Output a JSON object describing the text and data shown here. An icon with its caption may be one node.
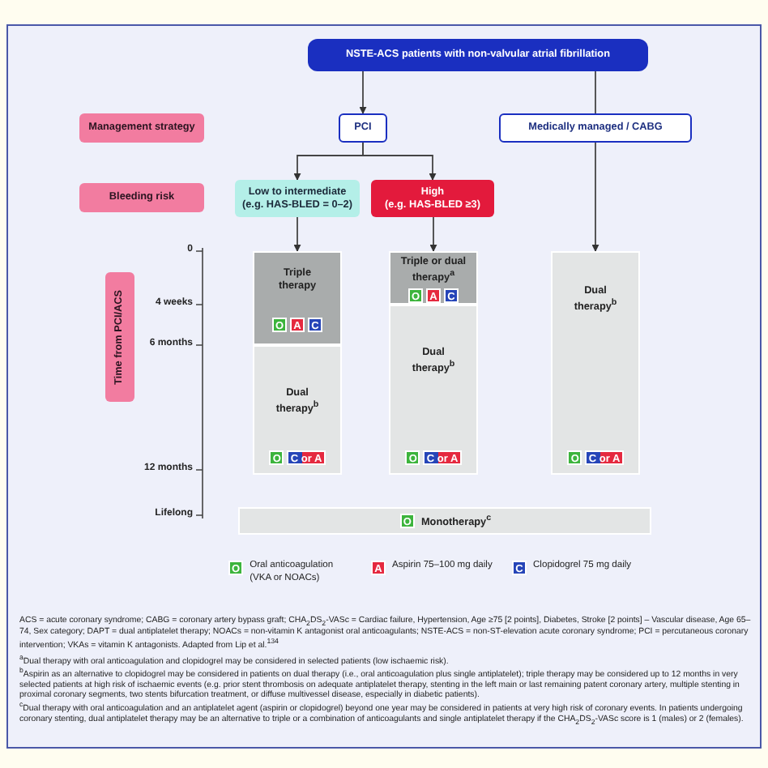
{
  "diagram": {
    "nodes": [
      {
        "text": [
          "NSTE-ACS patients with non-valvular atrial fibrillation"
        ]
      },
      {
        "text": [
          "Management strategy"
        ]
      },
      {
        "text": [
          "PCI"
        ]
      },
      {
        "text": [
          "Medically managed / CABG"
        ]
      },
      {
        "text": [
          "Bleeding risk"
        ]
      },
      {
        "text": [
          "Low to intermediate",
          "(e.g. HAS-BLED = 0–2)"
        ]
      },
      {
        "text": [
          "High",
          "(e.g. HAS-BLED ≥3)"
        ]
      },
      {
        "text": [
          "Time from PCI/ACS"
        ]
      },
      {
        "text": [
          "Triple therapy",
          "O",
          "A",
          "C"
        ]
      },
      {
        "text": [
          "Dual therapy$^{b}$",
          "O",
          "C or A"
        ]
      },
      {
        "text": [
          "Triple or dual therapy$^{a}$",
          "O",
          "A",
          "C"
        ]
      },
      {
        "text": [
          "Dual therapy$^{b}$",
          "O",
          "C or A"
        ]
      },
      {
        "text": [
          "Dual therapy$^{b}$",
          "O",
          "C or A"
        ]
      },
      {
        "text": [
          "O",
          "Monotherapy$^{c}$"
        ]
      }
    ],
    "edges": [
      {
        "from": 0,
        "to": 2,
        "arrow": "to"
      },
      {
        "from": 0,
        "to": 3,
        "arrow": "none"
      },
      {
        "from": 2,
        "to": 5,
        "arrow": "to"
      },
      {
        "from": 2,
        "to": 6,
        "arrow": "to"
      },
      {
        "from": 5,
        "to": 8,
        "arrow": "to"
      },
      {
        "from": 6,
        "to": 10,
        "arrow": "to"
      },
      {
        "from": 3,
        "to": 12,
        "arrow": "to"
      }
    ],
    "labels": [
      "0",
      "4 weeks",
      "6 months",
      "12 months",
      "Lifelong",
      "O",
      "A",
      "C",
      "ACS = acute coronary syndrome; CABG = coronary artery bypass graft; CHA$_{2}$DS$_{2}$-VASc = Cardiac failure, Hypertension, Age ≥75 [2 points], Diabetes, Stroke [2 points] – Vascular disease, Age 65–74, Sex category; DAPT = dual antiplatelet therapy; NOACs = non-vitamin K antagonist oral anticoagulants; NSTE-ACS = non-ST-elevation acute coronary syndrome; PCI = percutaneous coronary intervention; VKAs = vitamin K antagonists. Adapted from Lip et al.$^{134}$",
      "$^{a}$Dual therapy with oral anticoagulation and clopidogrel may be considered in selected patients (low ischaemic risk).",
      "$^{b}$Aspirin as an alternative to clopidogrel may be considered in patients on dual therapy (i.e., oral anticoagulation plus single antiplatelet); triple therapy may be considered up to 12 months in very selected patients at high risk of ischaemic events (e.g. prior stent thrombosis on adequate antiplatelet therapy, stenting in the left main or last remaining patent coronary artery, multiple stenting in proximal coronary segments, two stents bifurcation treatment, or diffuse multivessel disease, especially in diabetic patients).",
      "$^{c}$Dual therapy with oral anticoagulation and an antiplatelet agent (aspirin or clopidogrel) beyond one year may be considered in patients at very high risk of coronary events. In patients undergoing coronary stenting, dual antiplatelet therapy may be an alternative to triple or a combination of anticoagulants and single antiplatelet therapy if the CHA$_{2}$DS$_{2}$-VASc score is 1 (males) or 2 (females)."
    ],
    "legend": [
      {
        "text": "Oral anticoagulation (VKA or NOACs)",
        "color": "#3cb43c"
      },
      {
        "text": "Aspirin 75–100 mg daily",
        "color": "#e5293f"
      },
      {
        "text": "Clopidogrel 75 mg daily",
        "color": "#2645b8"
      }
    ]
  }
}
